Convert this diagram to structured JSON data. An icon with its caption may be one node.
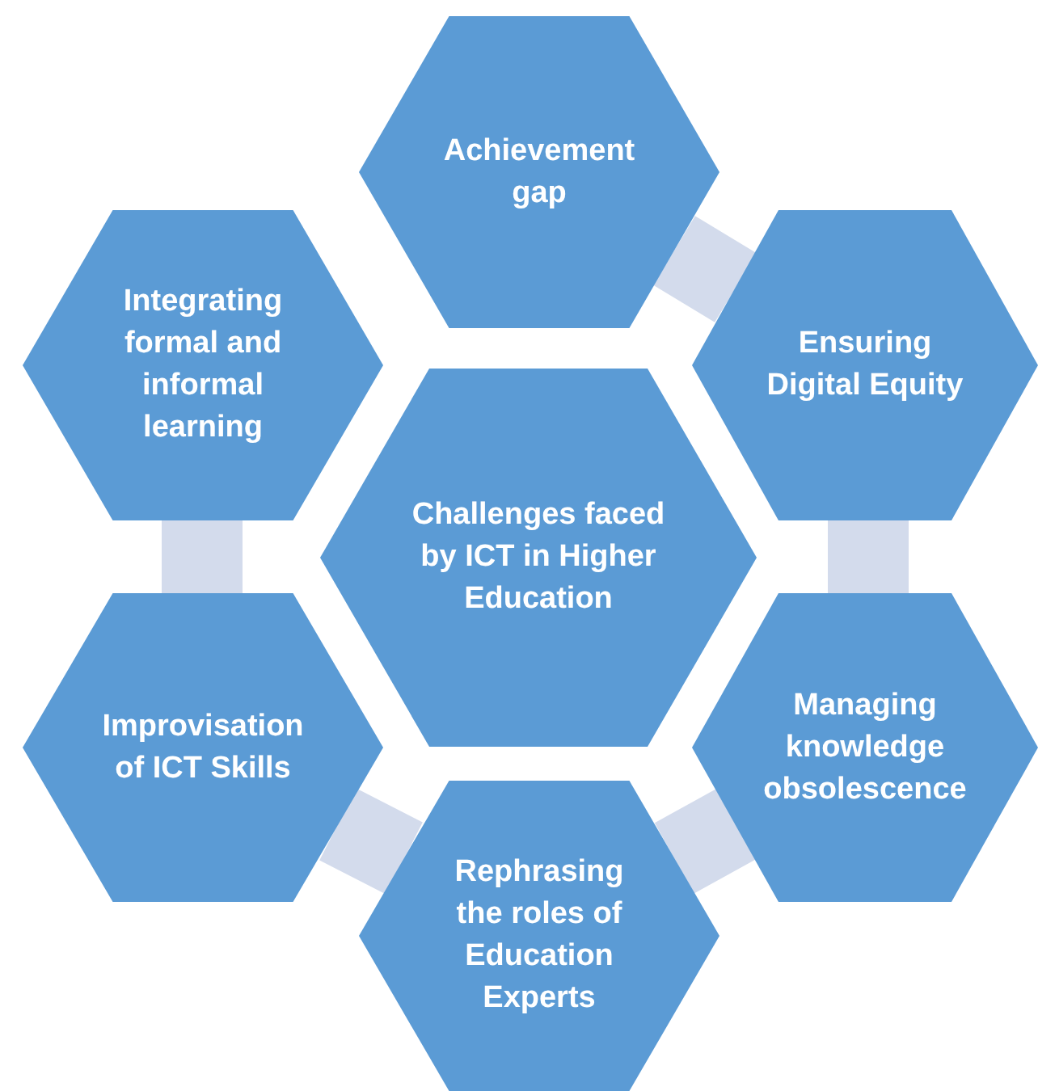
{
  "diagram": {
    "nodes": [
      {
        "text": [
          "Achievement gap"
        ]
      },
      {
        "text": [
          "Integrating formal and informal learning"
        ]
      },
      {
        "text": [
          "Ensuring Digital Equity"
        ]
      },
      {
        "text": [
          "Challenges faced by ICT in Higher Education"
        ]
      },
      {
        "text": [
          "Managing knowledge obsolescence"
        ]
      },
      {
        "text": [
          "Improvisation of ICT Skills"
        ]
      },
      {
        "text": [
          "Rephrasing the roles of Education Experts"
        ]
      }
    ],
    "edges": [
      {
        "from": 0,
        "to": 2,
        "arrow": "none"
      },
      {
        "from": 2,
        "to": 4,
        "arrow": "none"
      },
      {
        "from": 4,
        "to": 6,
        "arrow": "none"
      },
      {
        "from": 6,
        "to": 5,
        "arrow": "none"
      },
      {
        "from": 5,
        "to": 1,
        "arrow": "none"
      }
    ]
  }
}
